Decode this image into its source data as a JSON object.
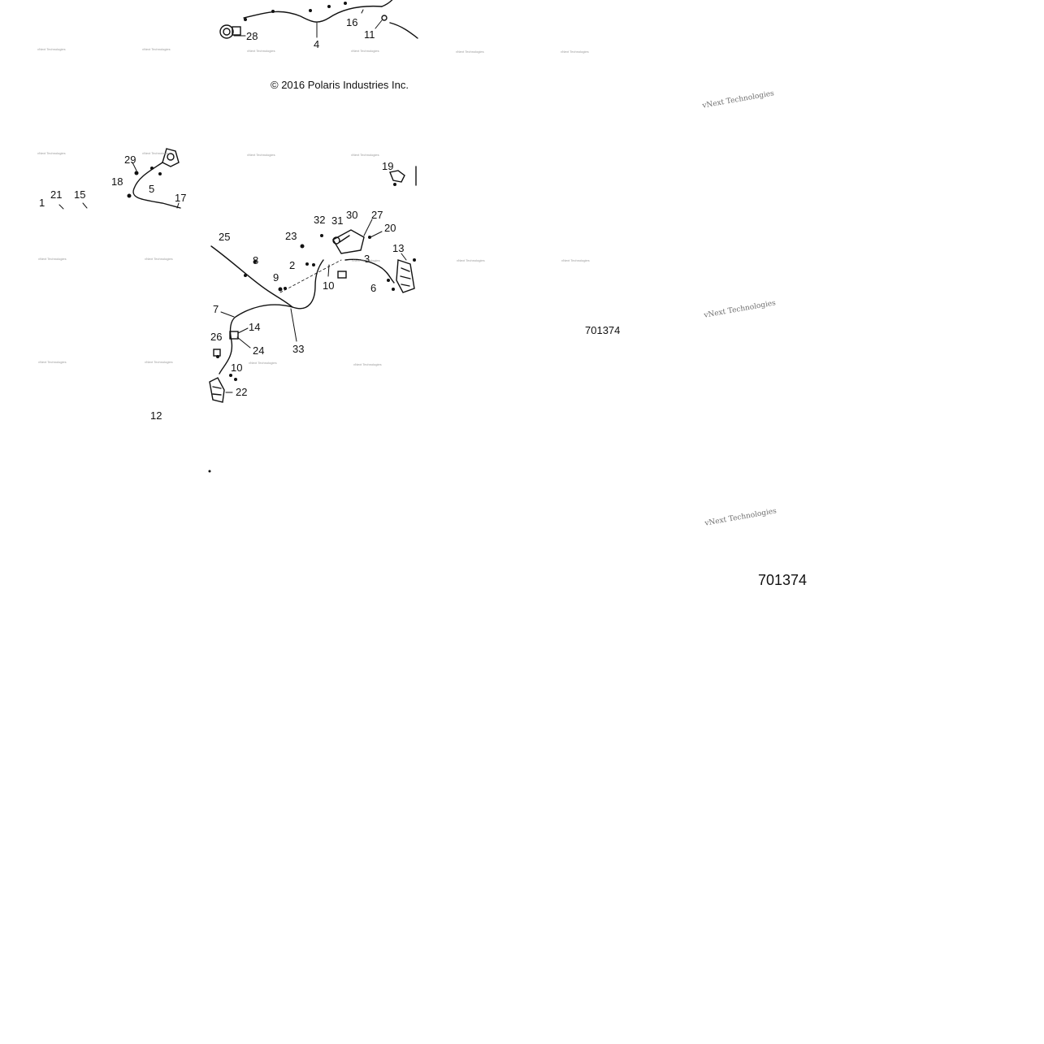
{
  "copyright": "© 2016 Polaris Industries Inc.",
  "part_number_small": "701374",
  "part_number_large": "701374",
  "watermark_small": "vNext Technologies",
  "watermark_large": "vNext Technologies",
  "callouts": [
    "28",
    "4",
    "16",
    "11",
    "29",
    "18",
    "5",
    "21",
    "15",
    "1",
    "17",
    "19",
    "25",
    "23",
    "32",
    "31",
    "30",
    "27",
    "20",
    "13",
    "8",
    "2",
    "3",
    "10",
    "6",
    "9",
    "7",
    "14",
    "33",
    "26",
    "24",
    "10",
    "22",
    "12"
  ]
}
